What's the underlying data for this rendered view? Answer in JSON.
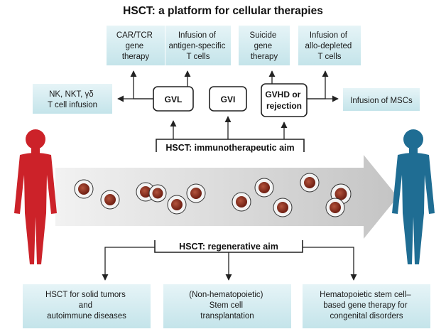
{
  "title": "HSCT: a platform for cellular therapies",
  "immuno": {
    "label": "HSCT: immunotherapeutic aim",
    "effects": [
      "GVL",
      "GVI",
      "GVHD or",
      "rejection"
    ]
  },
  "regen": {
    "label": "HSCT: regenerative aim"
  },
  "top_boxes": [
    [
      "CAR/TCR",
      "gene",
      "therapy"
    ],
    [
      "Infusion of",
      "antigen-specific",
      "T cells"
    ],
    [
      "Suicide",
      "gene",
      "therapy"
    ],
    [
      "Infusion of",
      "allo-depleted",
      "T cells"
    ]
  ],
  "side_boxes": {
    "left": [
      "NK, NKT, γδ",
      "T cell infusion"
    ],
    "right": [
      "Infusion of MSCs"
    ]
  },
  "bottom_boxes": [
    [
      "HSCT for solid tumors",
      "and",
      "autoimmune diseases"
    ],
    [
      "(Non-hematopoietic)",
      "Stem cell",
      "transplantation"
    ],
    [
      "Hematopoietic stem cell–",
      "based gene therapy for",
      "congenital disorders"
    ]
  ],
  "colors": {
    "box_fill": "#cfe9ee",
    "donor": "#cc2229",
    "recipient": "#1f6d93",
    "arrow": "#cfcfcf",
    "cell": "#8b2a1c"
  }
}
